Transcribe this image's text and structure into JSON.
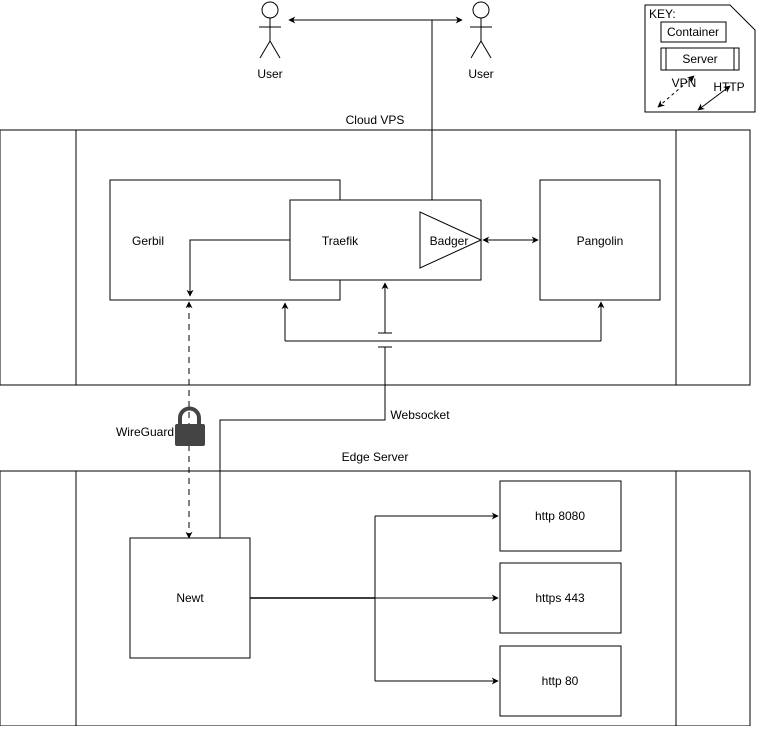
{
  "actors": {
    "user_left": "User",
    "user_right": "User"
  },
  "key": {
    "title": "KEY:",
    "container": "Container",
    "server": "Server",
    "vpn": "VPN",
    "http": "HTTP"
  },
  "cloud": {
    "title": "Cloud VPS",
    "gerbil": "Gerbil",
    "traefik": "Traefik",
    "badger": "Badger",
    "pangolin": "Pangolin"
  },
  "links": {
    "wireguard": "WireGuard",
    "websocket": "Websocket"
  },
  "edge": {
    "title": "Edge Server",
    "newt": "Newt",
    "targets": [
      "http 8080",
      "https 443",
      "http 80"
    ]
  }
}
